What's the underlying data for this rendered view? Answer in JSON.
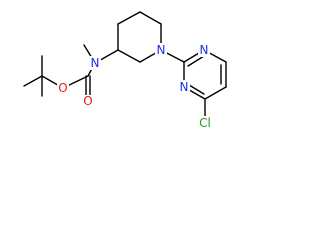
{
  "structure": {
    "atoms": {
      "n_carbamate": {
        "text": "N",
        "color": "#1a33e6"
      },
      "n_piperidine": {
        "text": "N",
        "color": "#1a33e6"
      },
      "n_pyrimidine_upper": {
        "text": "N",
        "color": "#1a33e6"
      },
      "n_pyrimidine_lower": {
        "text": "N",
        "color": "#1a33e6"
      },
      "o_ester": {
        "text": "O",
        "color": "#e61a1a"
      },
      "o_carbonyl": {
        "text": "O",
        "color": "#e61a1a"
      },
      "cl": {
        "text": "Cl",
        "color": "#1f9a1f"
      }
    },
    "bond_color": "#000000"
  }
}
